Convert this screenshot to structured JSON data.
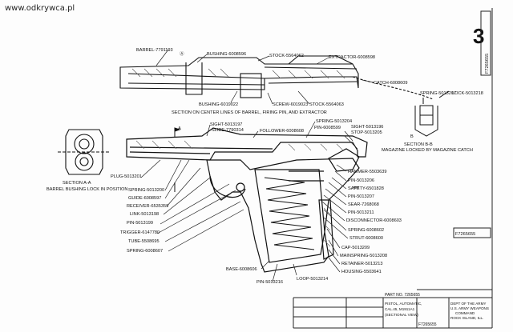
{
  "watermark": "www.odkrywca.pl",
  "sheet_number": "3",
  "drawing_no_side": "F7265655",
  "drawing_no_mid": "F7265655",
  "captions": {
    "section_top": "SECTION ON CENTER LINES OF BARREL, FIRING PIN, AND EXTRACTOR",
    "section_aa_1": "SECTION A-A",
    "section_aa_2": "BARREL BUSHING LOCK IN POSITION",
    "section_bb_1": "SECTION B-B",
    "section_bb_2": "MAGAZINE LOCKED BY MAGAZINE CATCH",
    "a_mark": "A",
    "b_mark": "B"
  },
  "labels": {
    "barrel": "BARREL-7791193",
    "bushing_top": "BUSHING-6008596",
    "stock_top": "STOCK-5564062",
    "extractor": "EXTRACTOR-6008598",
    "catch": "CATCH-6008609",
    "spring_bb": "SPRING-5013207",
    "lock_bb": "LOCK-5013218",
    "bushing_lower": "BUSHING-6019022",
    "screw": "SCREW-6019023",
    "stock_lower": "STOCK-5564063",
    "sight_front": "SIGHT-5013197",
    "slide": "SLIDE-7790314",
    "follower": "FOLLOWER-6008608",
    "spring_5013204": "SPRING-5013204",
    "pin_6008599": "PIN-6008599",
    "sight_rear": "SIGHT-5013196",
    "stop": "STOP-5013205",
    "plug": "PLUG-5013201",
    "hammer": "HAMMER-5503639",
    "pin_5013206": "PIN-5013206",
    "safety": "SAFETY-6501828",
    "spring_5013200": "SPRING-5013200",
    "guide": "GUIDE-6008597",
    "pin_5013207": "PIN-5013207",
    "receiver": "RECEIVER-6535359",
    "sear": "SEAR-7268068",
    "link": "LINK-5013198",
    "pin_5013211": "PIN-5013211",
    "pin_5013199": "PIN-5013199",
    "disconnector": "DISCONNECTOR-6008603",
    "trigger": "TRIGGER-6147780",
    "spring_6008602": "SPRING-6008602",
    "tube": "TUBE-5508695",
    "strut": "STRUT-6008600",
    "spring_6008607": "SPRING-6008607",
    "cap": "CAP-5013209",
    "mainspring": "MAINSPRING-5013208",
    "retainer": "RETAINER-5013213",
    "base": "BASE-6008606",
    "housing": "HOUSING-5503641",
    "pin_5013216": "PIN-5013216",
    "loop": "LOOP-5013214"
  },
  "title_block": {
    "part_no": "PART NO. 7265655",
    "title_1": "PISTOL, AUTOMATIC,",
    "title_2": "CAL.45, M1911A1",
    "title_3": "(SECTIONAL VIEW)",
    "dept_1": "DEPT OF THE ARMY",
    "dept_2": "U.S. ARMY WEAPONS",
    "dept_3": "COMMAND",
    "dept_4": "ROCK ISLAND, ILL.",
    "dwg_no": "F7265655"
  }
}
